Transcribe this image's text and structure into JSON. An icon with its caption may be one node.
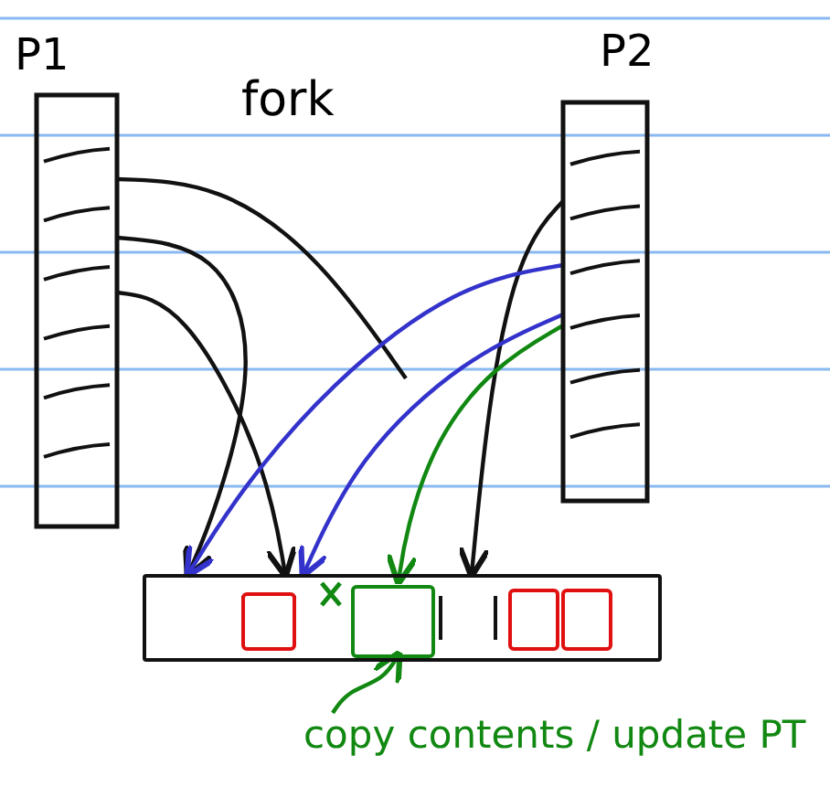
{
  "diagram": {
    "nodes": [
      {
        "text": [
          "P1"
        ]
      },
      {
        "text": [
          "P2"
        ]
      },
      {
        "text": [],
        "shape": "bar"
      },
      {
        "text": [],
        "shape": "box",
        "in": 2
      },
      {
        "text": [],
        "shape": "box",
        "in": 2
      },
      {
        "text": [],
        "shape": "box",
        "in": 2
      },
      {
        "text": [],
        "shape": "box",
        "in": 2
      },
      {
        "text": [
          "copy contents / update PT"
        ]
      }
    ],
    "edges": [
      {
        "from": 0,
        "to": null,
        "arrow": "none"
      },
      {
        "from": 0,
        "to": 2,
        "arrow": "to"
      },
      {
        "from": 0,
        "to": 2,
        "arrow": "to"
      },
      {
        "from": 1,
        "to": 2,
        "arrow": "to"
      },
      {
        "from": 1,
        "to": 2,
        "arrow": "to",
        "color": "#3333cc"
      },
      {
        "from": 1,
        "to": 2,
        "arrow": "to",
        "color": "#3333cc"
      },
      {
        "from": 1,
        "to": 4,
        "arrow": "to",
        "color": "#118811"
      },
      {
        "from": 7,
        "to": 4,
        "arrow": "to",
        "color": "#118811"
      }
    ],
    "labels": [
      "fork"
    ]
  }
}
